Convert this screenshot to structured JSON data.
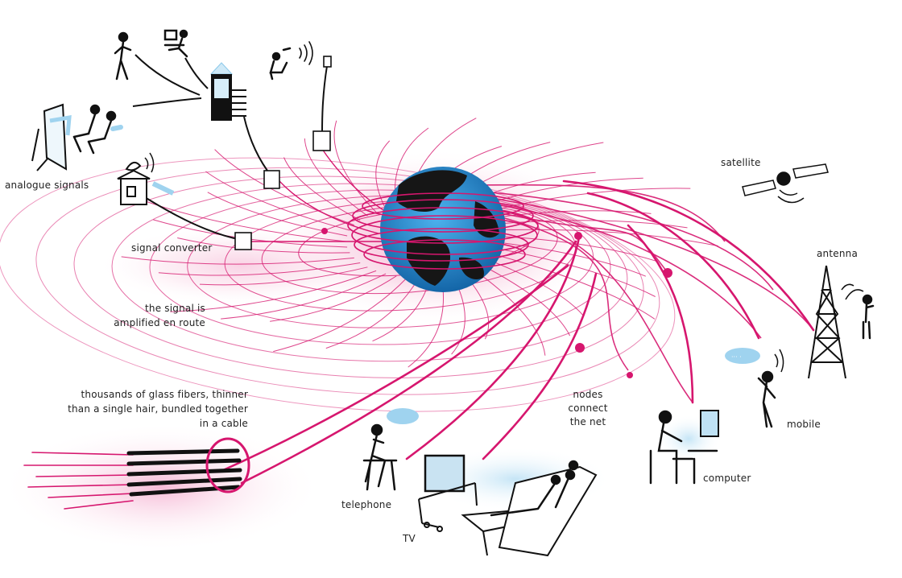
{
  "labels": {
    "analogue_signals": "analogue signals",
    "signal_converter": "signal converter",
    "amplified_line1": "the signal is",
    "amplified_line2": "amplified en route",
    "fibers_line1": "thousands of glass fibers, thinner",
    "fibers_line2": "than a single hair, bundled together",
    "fibers_line3": "in a cable",
    "nodes_line1": "nodes",
    "nodes_line2": "connect",
    "nodes_line3": "the net",
    "satellite": "satellite",
    "antenna": "antenna",
    "mobile": "mobile",
    "computer": "computer",
    "telephone": "telephone",
    "tv": "TV"
  },
  "colors": {
    "network": "#d6166e",
    "network_light": "#e35a98",
    "glow": "#f7c6dc",
    "globe_ocean": "#1f8fd6",
    "globe_land": "#1a1a1a",
    "ink": "#111111",
    "screen_glow": "#c9e3f2"
  },
  "icons": [
    "globe-icon",
    "fiber-cable-icon",
    "tower-building-icon",
    "satellite-dish-house-icon",
    "analogue-tv-icon",
    "sitting-people-icon",
    "standing-person-icon",
    "laptop-person-icon",
    "reclining-person-icon",
    "satellite-icon",
    "antenna-tower-icon",
    "mobile-user-icon",
    "computer-user-icon",
    "telephone-user-icon",
    "tv-couch-icon"
  ]
}
